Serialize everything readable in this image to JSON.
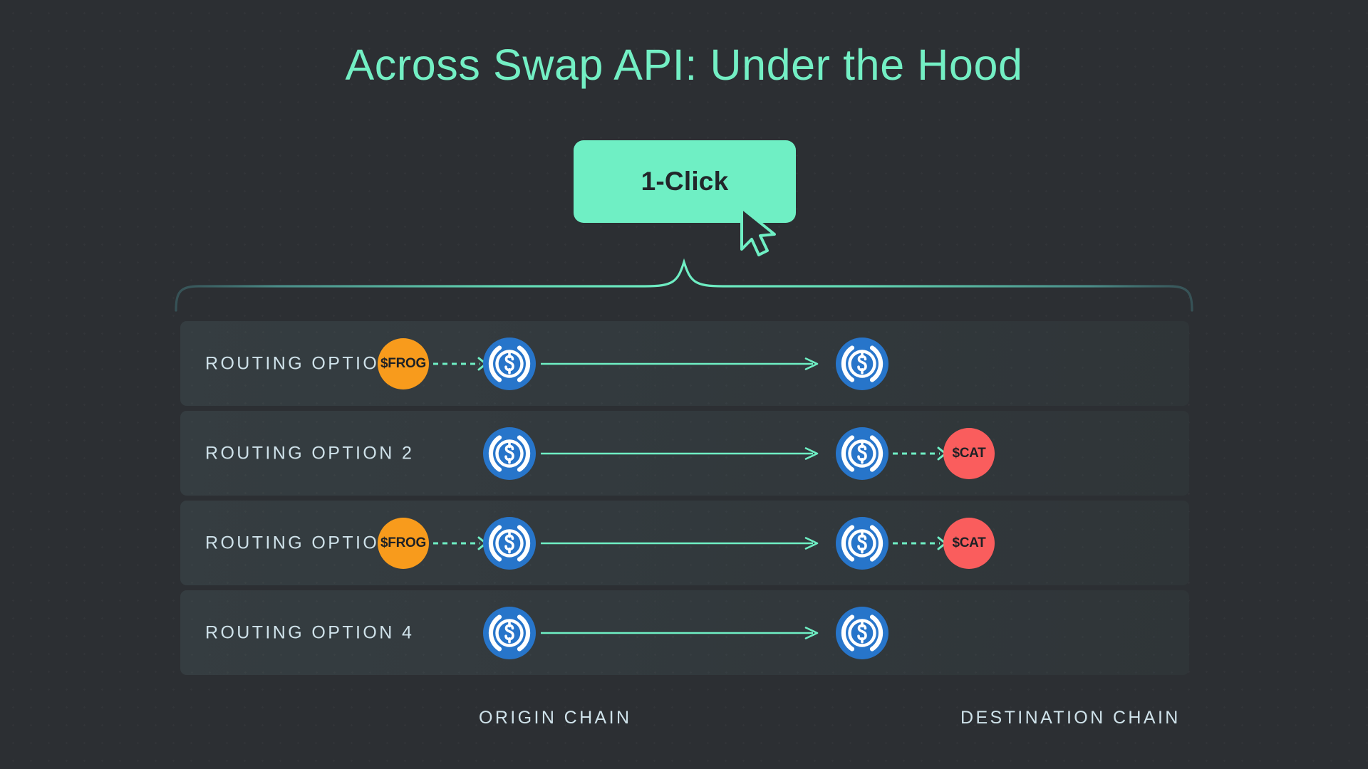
{
  "title": "Across Swap API: Under the Hood",
  "colors": {
    "background": "#2c2f33",
    "row_background": "#333a3e",
    "accent_mint": "#6fefc4",
    "title_mint": "#73efc4",
    "label_text": "#cfe2ea",
    "token_frog": "#F89B1C",
    "token_cat": "#FA5D5D",
    "token_usdc": "#2775CA",
    "usdc_mark": "#FFFFFF",
    "button_text": "#22262a"
  },
  "cta": {
    "label": "1-Click",
    "cursor_icon": "cursor-arrow-icon"
  },
  "brace": {
    "icon": "curly-brace-up-icon"
  },
  "rows": [
    {
      "label": "ROUTING OPTION 1",
      "origin_token": {
        "symbol": "$FROG",
        "kind": "frog",
        "icon": "frog-token-icon"
      },
      "origin_swap_arrow": "dashed",
      "origin_usdc": {
        "symbol": "USDC",
        "icon": "usdc-token-icon"
      },
      "bridge_arrow": "solid",
      "destination_usdc": {
        "symbol": "USDC",
        "icon": "usdc-token-icon"
      },
      "destination_swap_arrow": null,
      "destination_token": null
    },
    {
      "label": "ROUTING OPTION 2",
      "origin_token": null,
      "origin_swap_arrow": null,
      "origin_usdc": {
        "symbol": "USDC",
        "icon": "usdc-token-icon"
      },
      "bridge_arrow": "solid",
      "destination_usdc": {
        "symbol": "USDC",
        "icon": "usdc-token-icon"
      },
      "destination_swap_arrow": "dashed",
      "destination_token": {
        "symbol": "$CAT",
        "kind": "cat",
        "icon": "cat-token-icon"
      }
    },
    {
      "label": "ROUTING OPTION 3",
      "origin_token": {
        "symbol": "$FROG",
        "kind": "frog",
        "icon": "frog-token-icon"
      },
      "origin_swap_arrow": "dashed",
      "origin_usdc": {
        "symbol": "USDC",
        "icon": "usdc-token-icon"
      },
      "bridge_arrow": "solid",
      "destination_usdc": {
        "symbol": "USDC",
        "icon": "usdc-token-icon"
      },
      "destination_swap_arrow": "dashed",
      "destination_token": {
        "symbol": "$CAT",
        "kind": "cat",
        "icon": "cat-token-icon"
      }
    },
    {
      "label": "ROUTING OPTION 4",
      "origin_token": null,
      "origin_swap_arrow": null,
      "origin_usdc": {
        "symbol": "USDC",
        "icon": "usdc-token-icon"
      },
      "bridge_arrow": "solid",
      "destination_usdc": {
        "symbol": "USDC",
        "icon": "usdc-token-icon"
      },
      "destination_swap_arrow": null,
      "destination_token": null
    }
  ],
  "footer": {
    "origin_chain": "ORIGIN CHAIN",
    "destination_chain": "DESTINATION CHAIN"
  }
}
